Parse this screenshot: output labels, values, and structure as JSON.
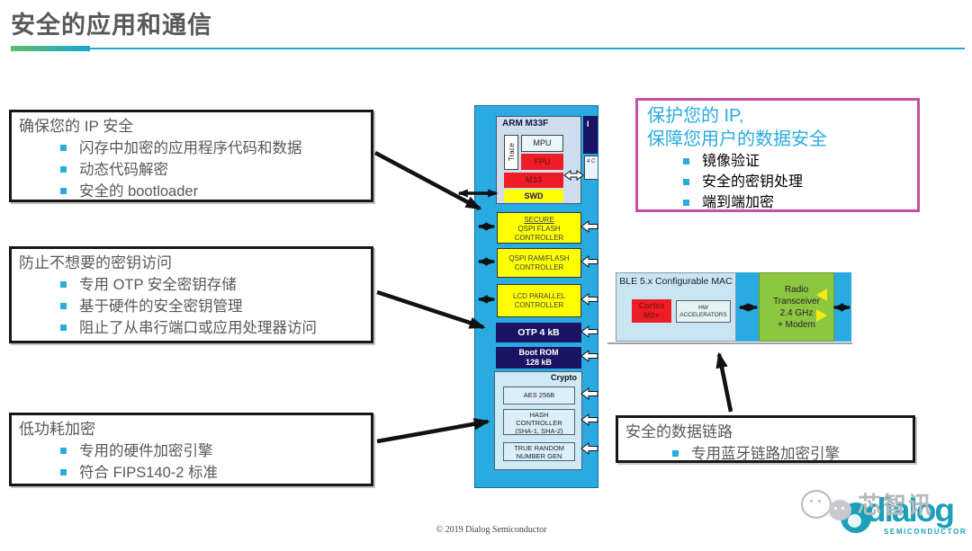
{
  "slide": {
    "title": "安全的应用和通信",
    "footer": "© 2019 Dialog Semiconductor"
  },
  "colors": {
    "accent_green": "#5fbb6c",
    "accent_cyan": "#17a8d0",
    "chip_blue": "#29abe2",
    "block_yellow": "#ffff00",
    "block_navy": "#1b1464",
    "block_red": "#ee1c25",
    "radio_green": "#8dc63f",
    "pink_border": "#c4509f",
    "bullet_teal": "#2aabdd",
    "text_gray": "#57585b",
    "logo_teal": "#1d9fba"
  },
  "callouts": {
    "ip_security": {
      "title": "确保您的 IP 安全",
      "bullets": [
        "闪存中加密的应用程序代码和数据",
        "动态代码解密",
        "安全的 bootloader"
      ]
    },
    "key_access": {
      "title": "防止不想要的密钥访问",
      "bullets": [
        "专用 OTP 安全密钥存储",
        "基于硬件的安全密钥管理",
        "阻止了从串行端口或应用处理器访问"
      ]
    },
    "low_power": {
      "title": "低功耗加密",
      "bullets": [
        "专用的硬件加密引擎",
        "符合 FIPS140-2 标准"
      ]
    },
    "protect_ip": {
      "title_line1": "保护您的 IP,",
      "title_line2": "保障您用户的数据安全",
      "bullets": [
        "镜像验证",
        "安全的密钥处理",
        "端到端加密"
      ]
    },
    "data_link": {
      "title": "安全的数据链路",
      "bullets": [
        "专用蓝牙链路加密引擎"
      ]
    }
  },
  "soc": {
    "cpu": {
      "label": "ARM M33F",
      "trace": "Trace",
      "mpu": "MPU",
      "fpu": "FPU",
      "core": "M33",
      "swd": "SWD",
      "cut_letter": "I",
      "cut_small": "4 C"
    },
    "blocks": {
      "secure_l1": "SECURE",
      "secure_l2": "QSPI FLASH",
      "secure_l3": "CONTROLLER",
      "qspiram_l1": "QSPI RAM/FLASH",
      "qspiram_l2": "CONTROLLER",
      "lcd_l1": "LCD PARALLEL",
      "lcd_l2": "CONTROLLER",
      "otp": "OTP 4 kB",
      "bootrom_l1": "Boot ROM",
      "bootrom_l2": "128 kB",
      "crypto_label": "Crypto",
      "aes": "AES 256B",
      "hash_l1": "HASH",
      "hash_l2": "CONTROLLER",
      "hash_l3": "(SHA-1, SHA-2)",
      "trng_l1": "TRUE RANDOM",
      "trng_l2": "NUMBER GEN"
    }
  },
  "ble": {
    "mac_label": "BLE 5.x Configurable MAC",
    "cortex_l1": "Cortex",
    "cortex_l2": "M0+",
    "hw_l1": "HW",
    "hw_l2": "ACCELERATORS",
    "radio_l1": "Radio",
    "radio_l2": "Transceiver",
    "radio_l3": "2.4 GHz",
    "radio_l4": "+ Modem"
  },
  "branding": {
    "logo_text": "dialog",
    "logo_sub": "SEMICONDUCTOR",
    "watermark": "芯智讯"
  }
}
